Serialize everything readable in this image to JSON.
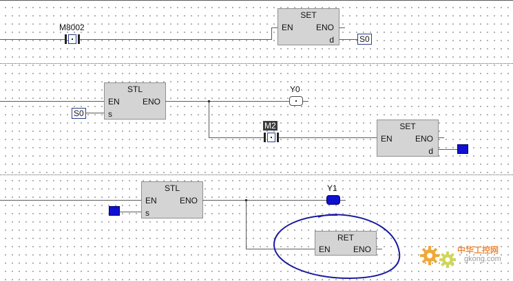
{
  "rung1": {
    "contact_label": "M8002",
    "block": {
      "title": "SET",
      "pin_en": "EN",
      "pin_eno": "ENO",
      "pin_d": "d"
    },
    "d_operand": "S0"
  },
  "rung2": {
    "block": {
      "title": "STL",
      "pin_en": "EN",
      "pin_eno": "ENO",
      "pin_s": "s"
    },
    "s_operand": "S0",
    "coil_label": "Y0",
    "contact_label": "M2",
    "block2": {
      "title": "SET",
      "pin_en": "EN",
      "pin_eno": "ENO",
      "pin_d": "d"
    }
  },
  "rung3": {
    "block": {
      "title": "STL",
      "pin_en": "EN",
      "pin_eno": "ENO",
      "pin_s": "s"
    },
    "coil_label": "Y1",
    "block2": {
      "title": "RET",
      "pin_en": "EN",
      "pin_eno": "ENO"
    }
  },
  "watermark": {
    "text": "中华工控网",
    "sub": "gkong.com"
  },
  "colors": {
    "filled_operand": "#1010d0",
    "annotation": "#1a1aa0",
    "block_fill": "#d4d4d4"
  }
}
